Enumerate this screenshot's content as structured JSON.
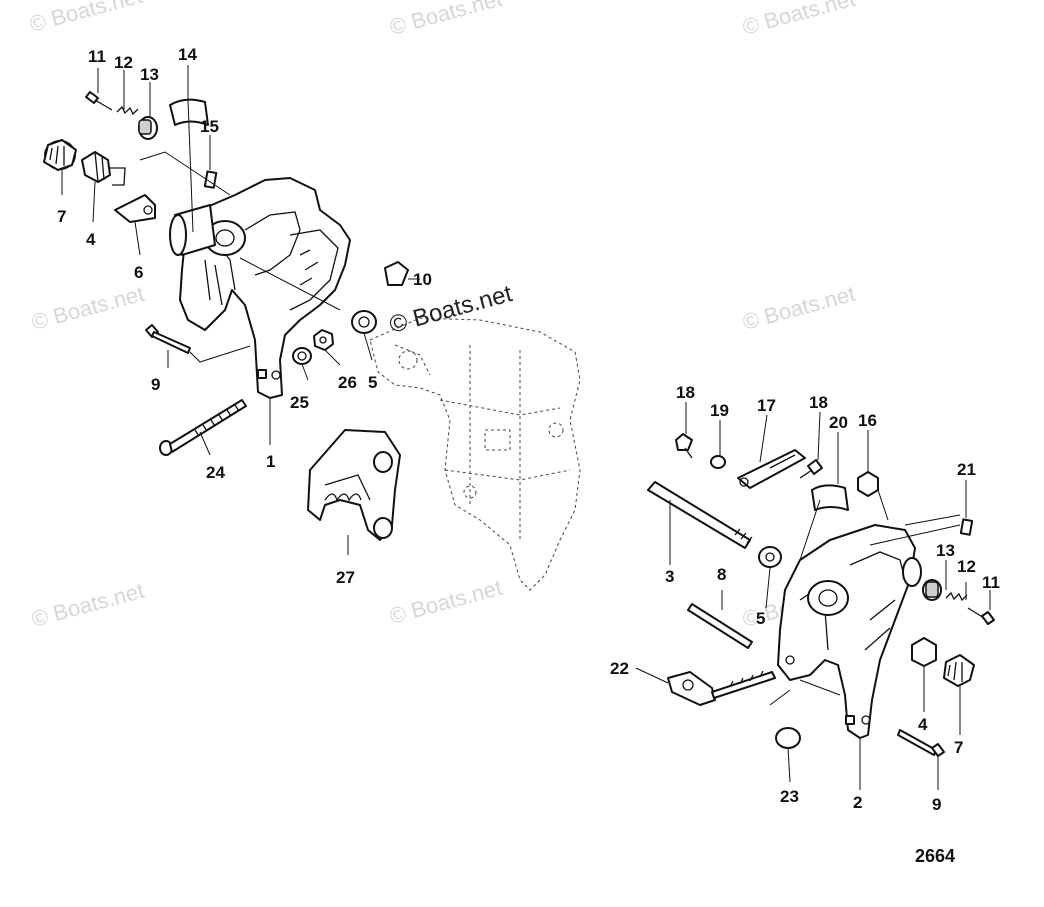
{
  "watermarks": [
    "© Boats.net",
    "© Boats.net",
    "© Boats.net",
    "© Boats.net",
    "© Boats.net",
    "© Boats.net",
    "© Boats.net",
    "© Boats.net"
  ],
  "center_watermark": "© Boats.net",
  "diagram_number": "2664",
  "part_labels": {
    "l11": "11",
    "l12": "12",
    "l13": "13",
    "l14": "14",
    "l15": "15",
    "l7": "7",
    "l4": "4",
    "l6": "6",
    "l10": "10",
    "l9": "9",
    "l25": "25",
    "l26": "26",
    "l5": "5",
    "l24": "24",
    "l1": "1",
    "l27": "27",
    "r18a": "18",
    "r19": "19",
    "r17": "17",
    "r18b": "18",
    "r16": "16",
    "r20": "20",
    "r21": "21",
    "r3": "3",
    "r8": "8",
    "r5": "5",
    "r13": "13",
    "r12": "12",
    "r11": "11",
    "r22": "22",
    "r4": "4",
    "r7": "7",
    "r23": "23",
    "r2": "2",
    "r9": "9"
  },
  "colors": {
    "ink": "#111111",
    "watermark": "#d6d6d6",
    "background": "#ffffff"
  }
}
